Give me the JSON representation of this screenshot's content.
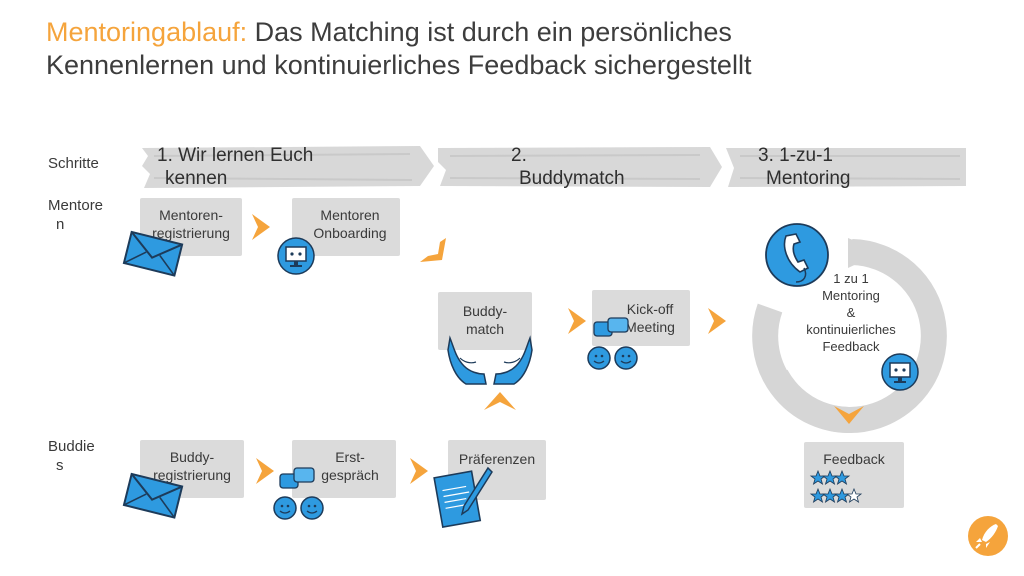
{
  "slide": {
    "title_accent": "Mentoringablauf:",
    "title_line1": " Das Matching ist durch ein persönliches",
    "title_line2": "Kennenlernen und kontinuierliches Feedback sichergestellt"
  },
  "rows": {
    "steps": "Schritte",
    "mentors_line1": "Mentore",
    "mentors_line2": "n",
    "buddies_line1": "Buddie",
    "buddies_line2": "s"
  },
  "phases": [
    {
      "line1": "1. Wir lernen Euch",
      "line2": "kennen"
    },
    {
      "line1": "2.",
      "line2": "Buddymatch"
    },
    {
      "line1": "3. 1-zu-1",
      "line2": "Mentoring"
    }
  ],
  "mentors": {
    "registration_line1": "Mentoren-",
    "registration_line2": "registrierung",
    "onboarding_line1": "Mentoren",
    "onboarding_line2": "Onboarding"
  },
  "buddymatch": {
    "line1": "Buddy-",
    "line2": "match"
  },
  "kickoff": {
    "line1": "Kick-off",
    "line2": "Meeting"
  },
  "cycle": {
    "line1": "1 zu 1",
    "line2": "Mentoring",
    "line3": "&",
    "line4": "kontinuierliches",
    "line5": "Feedback"
  },
  "buddies": {
    "registration_line1": "Buddy-",
    "registration_line2": "registrierung",
    "first_talk_line1": "Erst-",
    "first_talk_line2": "gespräch",
    "preferences": "Präferenzen"
  },
  "feedback": {
    "label": "Feedback"
  },
  "icons": {
    "envelope": "envelope-icon",
    "monitor": "monitor-icon",
    "chat": "chat-faces-icon",
    "hands": "hands-icon",
    "phone": "phone-icon",
    "document": "document-pen-icon",
    "stars": "rating-stars-icon",
    "logo": "rocket-logo-icon"
  },
  "colors": {
    "accent_orange": "#f5a43c",
    "icon_blue": "#2e9ae0",
    "box_gray": "#d9d9d9"
  }
}
